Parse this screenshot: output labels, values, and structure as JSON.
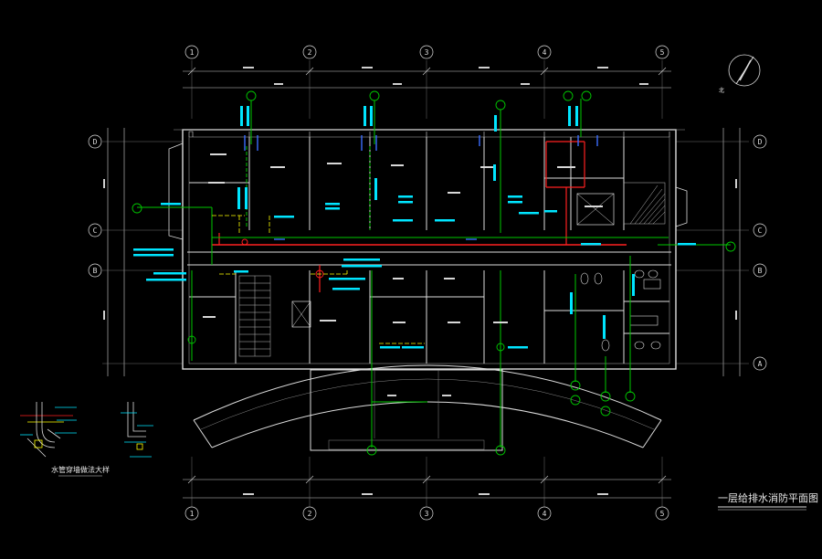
{
  "drawing": {
    "title": "一层给排水消防平面图",
    "detail_caption": "水管穿墙做法大样",
    "north_label": "北"
  },
  "axes": {
    "columns": [
      "1",
      "2",
      "3",
      "4",
      "5"
    ],
    "rows": [
      "D",
      "C",
      "B",
      "A"
    ]
  },
  "colors": {
    "background": "#000000",
    "wall": "#dcdcdc",
    "water_pipe": "#00c800",
    "drain_pipe": "#ffff00",
    "fire_pipe": "#ff2020",
    "annotation": "#00e5ff",
    "note": "#8a8aff",
    "dimension": "#ffffff"
  }
}
